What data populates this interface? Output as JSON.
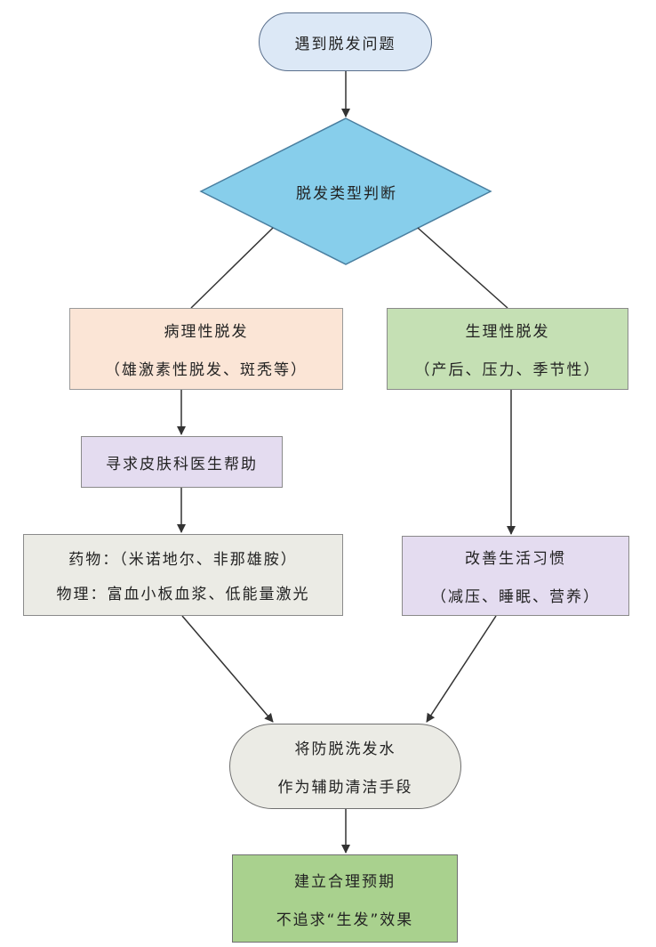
{
  "flowchart": {
    "start": "遇到脱发问题",
    "decision": "脱发类型判断",
    "pathological": {
      "title": "病理性脱发",
      "detail": "（雄激素性脱发、斑秃等）"
    },
    "physiological": {
      "title": "生理性脱发",
      "detail": "（产后、压力、季节性）"
    },
    "dermatology": "寻求皮肤科医生帮助",
    "treatment": {
      "drug": "药物：（米诺地尔、非那雄胺）",
      "physical": "物理：富血小板血浆、低能量激光"
    },
    "habits": {
      "title": "改善生活习惯",
      "detail": "（减压、睡眠、营养）"
    },
    "shampoo": {
      "line1": "将防脱洗发水",
      "line2": "作为辅助清洁手段"
    },
    "expectation": {
      "line1": "建立合理预期",
      "line2": "不追求“生发”效果"
    }
  },
  "colors": {
    "start_fill": "#dce8f6",
    "decision_fill": "#87ceeb",
    "pathological_fill": "#fbe5d6",
    "physiological_fill": "#c5e0b4",
    "purple_fill": "#e4dcf0",
    "grey_fill": "#ebebe5",
    "green_fill": "#a9d18e",
    "line": "#333333"
  }
}
